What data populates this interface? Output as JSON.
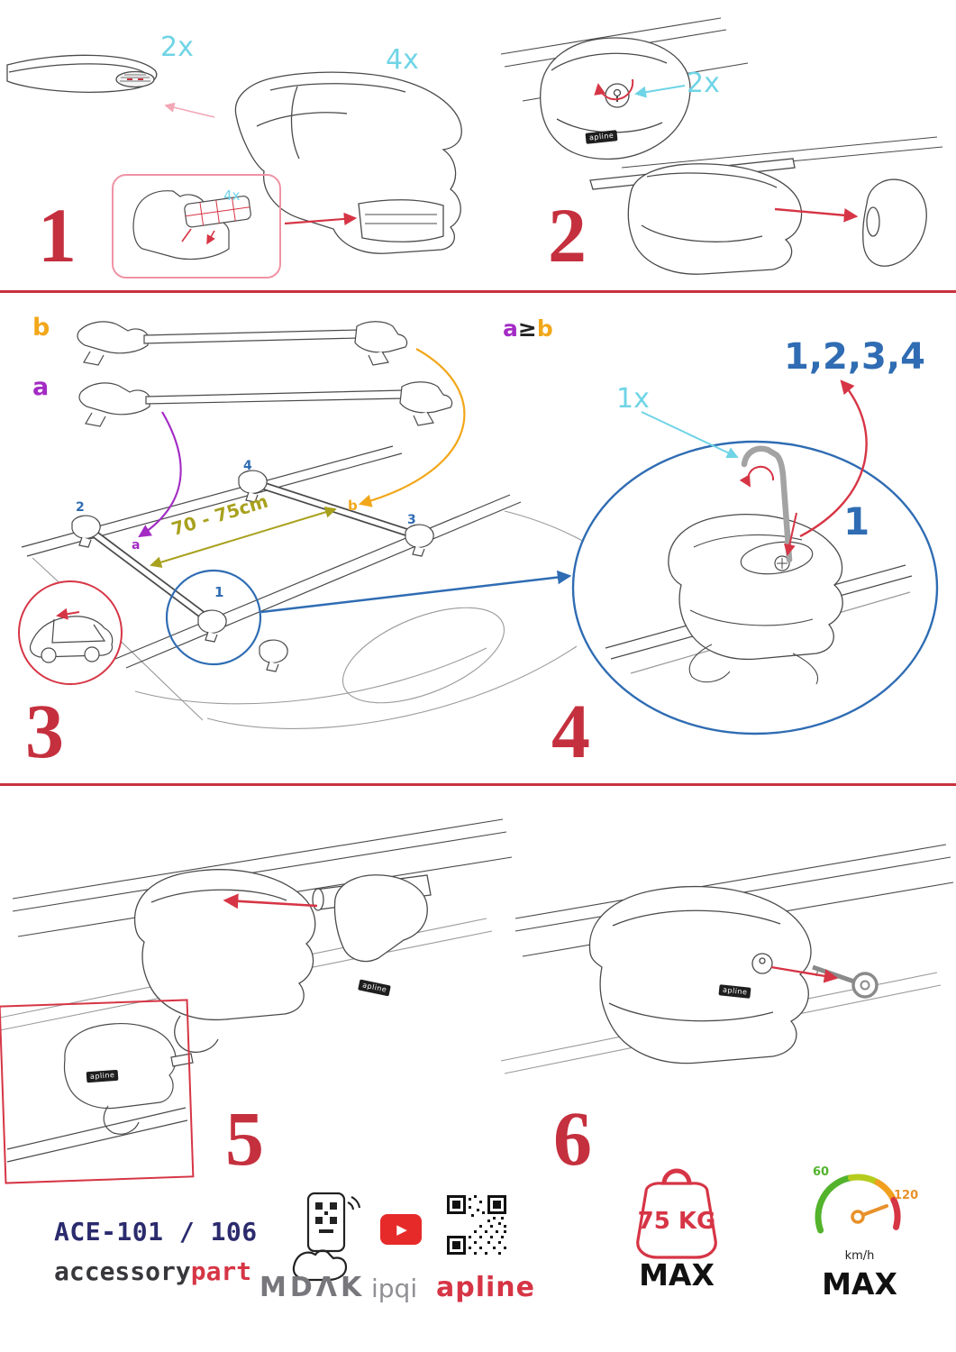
{
  "palette": {
    "red": "#d63545",
    "crimson": "#c5303e",
    "cyan": "#6fd4e6",
    "blue": "#2f6cb3",
    "purple": "#a32bc4",
    "orange": "#f2a71b",
    "olive": "#a8a11e",
    "navy": "#2b2b6e",
    "gray": "#6d6d72",
    "green": "#53b32c",
    "speed_orange": "#e8912a"
  },
  "steps": {
    "s1": {
      "num": "1",
      "bar_qty": "2x",
      "foot_qty": "4x",
      "pad_qty": "4x"
    },
    "s2": {
      "num": "2",
      "lock_qty": "2x"
    },
    "s3": {
      "num": "3",
      "bar_label_a": "a",
      "bar_label_b": "b",
      "distance": "70 - 75cm",
      "roof": {
        "p1": "1",
        "p2": "2",
        "p3": "3",
        "p4": "4",
        "a": "a",
        "b": "b"
      }
    },
    "s4": {
      "num": "4",
      "cond_a": "a",
      "cond_op": "≥",
      "cond_b": "b",
      "sequence": "1,2,3,4",
      "tool_qty": "1x",
      "step_one": "1"
    },
    "s5": {
      "num": "5"
    },
    "s6": {
      "num": "6"
    }
  },
  "product_logo": "apline",
  "footer": {
    "model": "ACE-101 / 106",
    "brand_a": "accessory",
    "brand_b": "part",
    "partner_1": "MDΛK",
    "partner_2": "ipqi",
    "partner_3": "apline",
    "youtube_glyph": "▶",
    "weight_value": "75 KG",
    "weight_max": "MAX",
    "speed_low": "60",
    "speed_high": "120",
    "speed_unit": "km/h",
    "speed_max": "MAX"
  }
}
